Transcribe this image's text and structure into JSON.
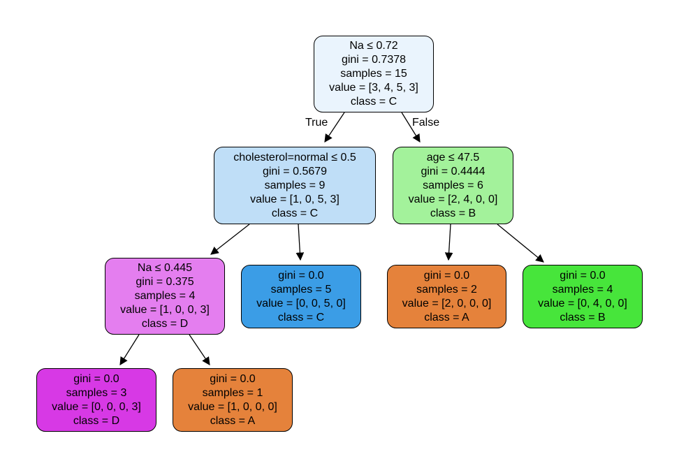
{
  "tree": {
    "edge_labels": {
      "true": "True",
      "false": "False"
    },
    "nodes": {
      "root": {
        "lines": [
          "Na ≤ 0.72",
          "gini = 0.7378",
          "samples = 15",
          "value = [3, 4, 5, 3]",
          "class = C"
        ],
        "color": "#eaf4fd"
      },
      "left": {
        "lines": [
          "cholesterol=normal ≤ 0.5",
          "gini = 0.5679",
          "samples = 9",
          "value = [1, 0, 5, 3]",
          "class = C"
        ],
        "color": "#bfdef7"
      },
      "right": {
        "lines": [
          "age ≤ 47.5",
          "gini = 0.4444",
          "samples = 6",
          "value = [2, 4, 0, 0]",
          "class = B"
        ],
        "color": "#a3f29b"
      },
      "left_left": {
        "lines": [
          "Na ≤ 0.445",
          "gini = 0.375",
          "samples = 4",
          "value = [1, 0, 0, 3]",
          "class = D"
        ],
        "color": "#e47eef"
      },
      "left_right": {
        "lines": [
          "gini = 0.0",
          "samples = 5",
          "value = [0, 0, 5, 0]",
          "class = C"
        ],
        "color": "#3b9de6"
      },
      "right_left": {
        "lines": [
          "gini = 0.0",
          "samples = 2",
          "value = [2, 0, 0, 0]",
          "class = A"
        ],
        "color": "#e5823b"
      },
      "right_right": {
        "lines": [
          "gini = 0.0",
          "samples = 4",
          "value = [0, 4, 0, 0]",
          "class = B"
        ],
        "color": "#47e53b"
      },
      "ll_left": {
        "lines": [
          "gini = 0.0",
          "samples = 3",
          "value = [0, 0, 0, 3]",
          "class = D"
        ],
        "color": "#d739e5"
      },
      "ll_right": {
        "lines": [
          "gini = 0.0",
          "samples = 1",
          "value = [1, 0, 0, 0]",
          "class = A"
        ],
        "color": "#e5823b"
      }
    }
  }
}
